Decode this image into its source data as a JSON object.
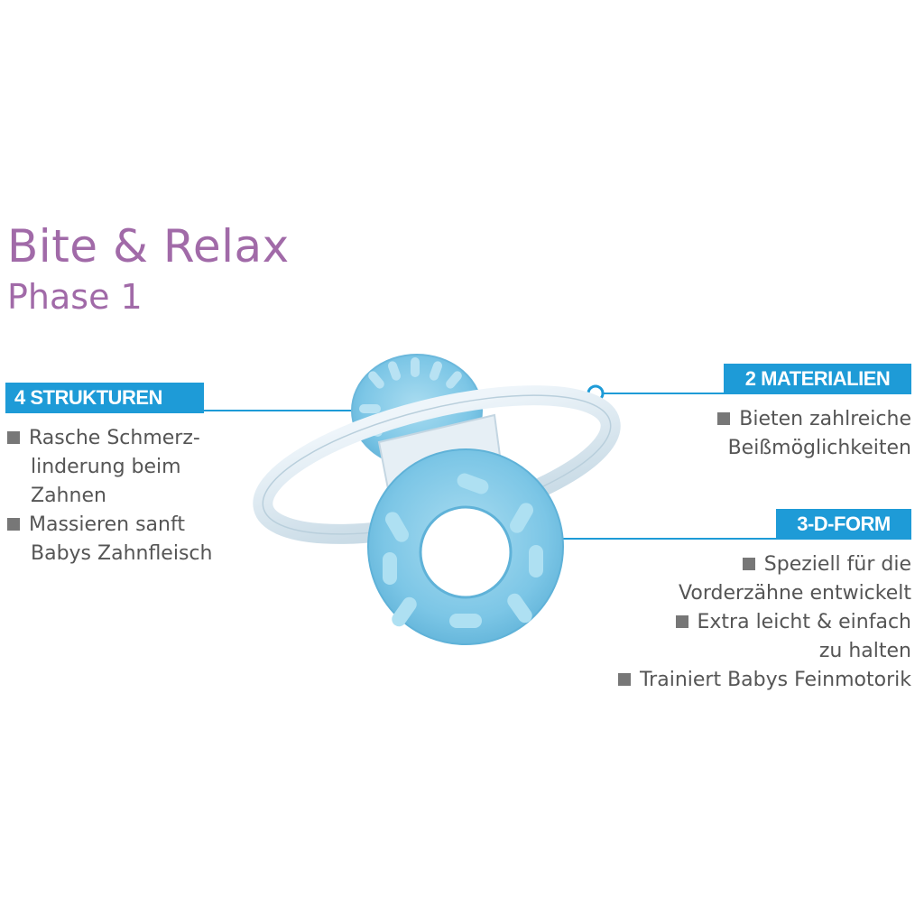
{
  "title": "Bite & Relax",
  "subtitle": "Phase 1",
  "features": {
    "left": {
      "badge": "4 STRUKTUREN",
      "lines": [
        "Rasche Schmerz-",
        "linderung beim",
        "Zahnen",
        "Massieren sanft",
        "Babys Zahnfleisch"
      ]
    },
    "right_top": {
      "badge": "2 MATERIALIEN",
      "lines": [
        "Bieten zahlreiche",
        "Beißmöglichkeiten"
      ]
    },
    "right_mid": {
      "badge": "3-D-FORM",
      "lines": [
        "Speziell für die",
        "Vorderzähne entwickelt",
        "Extra leicht & einfach",
        "zu halten",
        "Trainiert Babys Feinmotorik"
      ]
    }
  },
  "colors": {
    "title": "#a16aa8",
    "badge": "#1e9bd7",
    "text": "#555555",
    "teether_blue": "#7cc6e6",
    "ring": "#dce9f1"
  }
}
